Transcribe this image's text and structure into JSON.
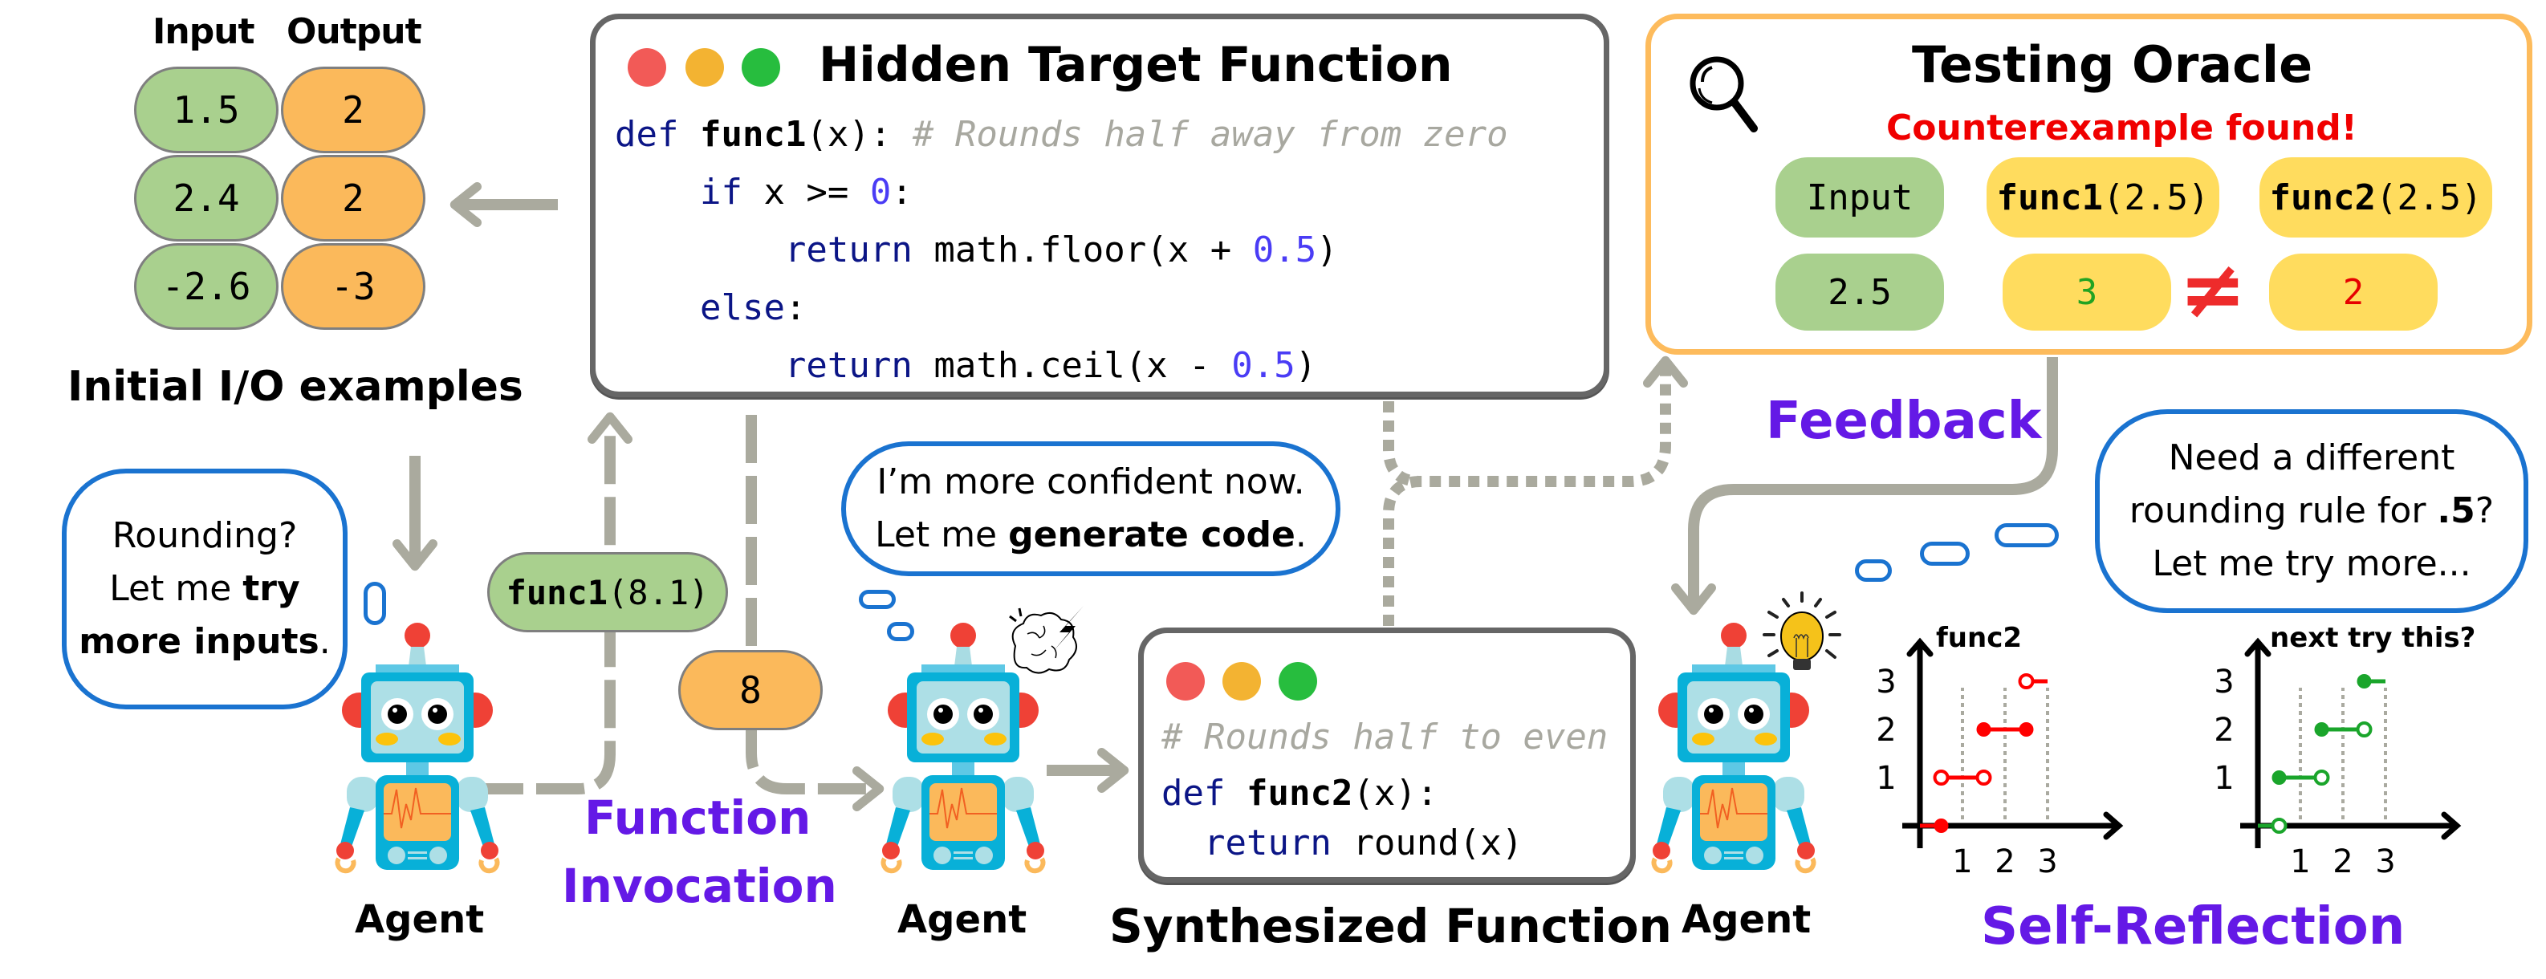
{
  "io_examples": {
    "headers": {
      "input": "Input",
      "output": "Output"
    },
    "rows": [
      {
        "input": "1.5",
        "output": "2"
      },
      {
        "input": "2.4",
        "output": "2"
      },
      {
        "input": "-2.6",
        "output": "-3"
      }
    ],
    "caption": "Initial I/O examples"
  },
  "hidden_function": {
    "title": "Hidden Target Function",
    "code": {
      "line1": {
        "kw": "def",
        "fn": "func1",
        "rest": "(x):",
        "comment": "# Rounds half away from zero"
      },
      "line2": {
        "kw": "if",
        "rest_a": "x >= ",
        "num": "0",
        "rest_b": ":"
      },
      "line3": {
        "kw": "return",
        "rest_a": "math.floor(x + ",
        "num": "0.5",
        "rest_b": ")"
      },
      "line4": {
        "kw": "else",
        "rest": ":"
      },
      "line5": {
        "kw": "return",
        "rest_a": "math.ceil(x - ",
        "num": "0.5",
        "rest_b": ")"
      }
    }
  },
  "testing_oracle": {
    "title": "Testing Oracle",
    "status": "Counterexample found!",
    "input_header": "Input",
    "func1_header": {
      "fn": "func1",
      "arg": "(2.5)"
    },
    "func2_header": {
      "fn": "func2",
      "arg": "(2.5)"
    },
    "input_value": "2.5",
    "func1_value": "3",
    "func2_value": "2",
    "comparison_symbol": "≠",
    "colors": {
      "func1_value": "#22a322",
      "func2_value": "#e60000",
      "status": "#f00000",
      "neq": "#ee2b2b"
    }
  },
  "agent1": {
    "bubble": {
      "line1": "Rounding?",
      "line2_a": "Let me ",
      "line2_b": "try",
      "line3_b": "more inputs",
      "line3_c": "."
    },
    "label": "Agent"
  },
  "invocation": {
    "call": {
      "fn": "func1",
      "arg": "(8.1)"
    },
    "result": "8",
    "label_line1": "Function",
    "label_line2": "Invocation"
  },
  "agent2": {
    "bubble": {
      "line1": "I’m more confident now.",
      "line2_a": "Let me ",
      "line2_b": "generate code",
      "line2_c": "."
    },
    "label": "Agent"
  },
  "synthesized_function": {
    "caption": "Synthesized Function",
    "code": {
      "comment": "# Rounds half to even",
      "line2": {
        "kw": "def",
        "fn": "func2",
        "rest": "(x):"
      },
      "line3": {
        "kw": "return",
        "rest": "round(x)"
      }
    }
  },
  "feedback": {
    "label": "Feedback"
  },
  "agent3": {
    "bubble": {
      "line1": "Need a different",
      "line2_a": "rounding rule for ",
      "line2_b": ".5",
      "line2_c": "?",
      "line3": "Let me try more..."
    },
    "label": "Agent"
  },
  "self_reflection": {
    "label": "Self-Reflection"
  },
  "accent_colors": {
    "purple": "#6419e6",
    "arrow_gray": "#aaaa9e",
    "bubble_blue": "#1a73d0"
  },
  "chart_data": [
    {
      "type": "line",
      "title": "func2",
      "color": "#ff0000",
      "xlim": [
        0,
        3
      ],
      "ylim": [
        0,
        3
      ],
      "xticks": [
        "1",
        "2",
        "3"
      ],
      "yticks": [
        "1",
        "2",
        "3"
      ],
      "grid": "dotted vertical at x=1,2,3",
      "segments": [
        {
          "x": [
            0,
            0.5
          ],
          "y": 0,
          "left": "none",
          "right": "closed"
        },
        {
          "x": [
            0.5,
            1.5
          ],
          "y": 1,
          "left": "open",
          "right": "open"
        },
        {
          "x": [
            1.5,
            2.5
          ],
          "y": 2,
          "left": "closed",
          "right": "closed"
        },
        {
          "x": [
            2.5,
            3
          ],
          "y": 3,
          "left": "open",
          "right": "none"
        }
      ]
    },
    {
      "type": "line",
      "title": "next try this?",
      "color": "#1aa52b",
      "xlim": [
        0,
        3
      ],
      "ylim": [
        0,
        3
      ],
      "xticks": [
        "1",
        "2",
        "3"
      ],
      "yticks": [
        "1",
        "2",
        "3"
      ],
      "grid": "dotted vertical at x=1,2,3",
      "segments": [
        {
          "x": [
            0,
            0.5
          ],
          "y": 0,
          "left": "none",
          "right": "open"
        },
        {
          "x": [
            0.5,
            1.5
          ],
          "y": 1,
          "left": "closed",
          "right": "open"
        },
        {
          "x": [
            1.5,
            2.5
          ],
          "y": 2,
          "left": "closed",
          "right": "open"
        },
        {
          "x": [
            2.5,
            3
          ],
          "y": 3,
          "left": "closed",
          "right": "none"
        }
      ]
    }
  ]
}
